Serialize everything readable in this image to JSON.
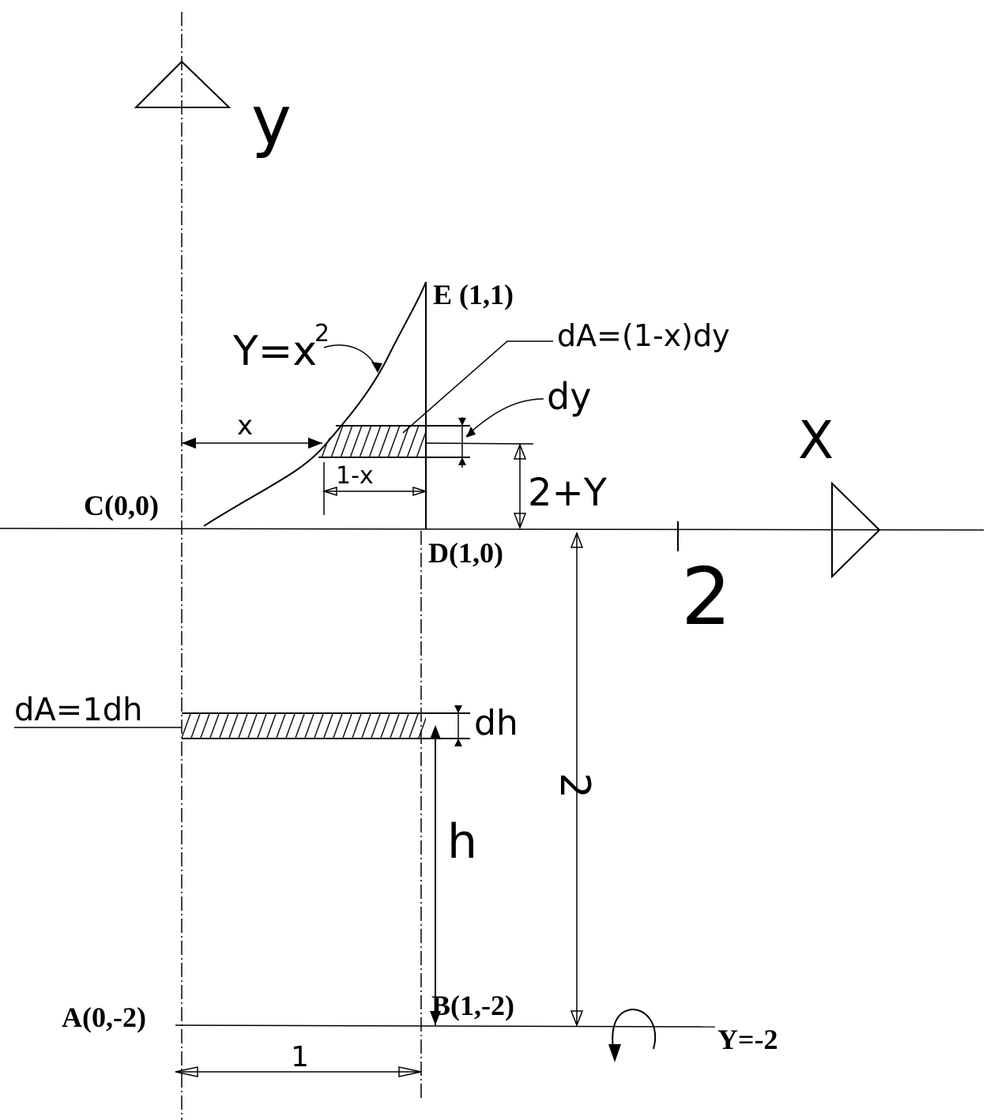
{
  "axes": {
    "y_label": "y",
    "x_label": "X"
  },
  "points": {
    "E": "E (1,1)",
    "C": "C(0,0)",
    "D": "D(1,0)",
    "A": "A(0,-2)",
    "B": "B(1,-2)"
  },
  "annotations": {
    "curve": "Y=x",
    "curve_exp": "2",
    "dA_top": "dA=(1-x)dy",
    "dy": "dy",
    "x": "x",
    "one_minus_x": "1-x",
    "two_plus_y": "2+Y",
    "two_tick": "2",
    "dA_bottom": "dA=1dh",
    "dh": "dh",
    "h": "h",
    "two_vertical": "2",
    "one_bottom": "1",
    "axis_of_rotation": "Y=-2"
  }
}
